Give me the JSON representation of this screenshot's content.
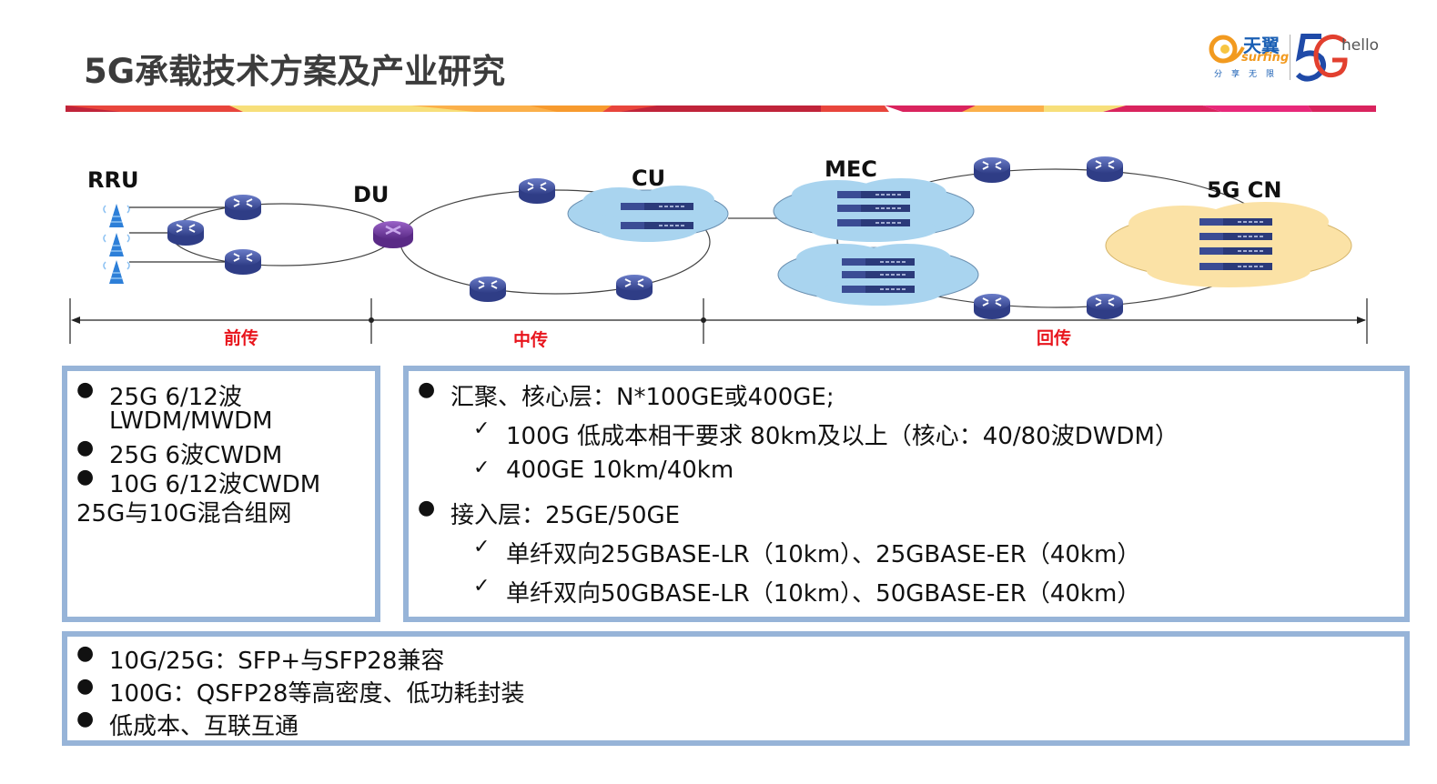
{
  "header": {
    "title": "5G承载技术方案及产业研究",
    "logo": {
      "brand_cn": "天翼",
      "brand_en": "surfing",
      "slogan": "分享无限",
      "tag": "5G",
      "tag_word": "hello"
    },
    "bar_colors": [
      "#c0243a",
      "#e8453c",
      "#f7df7a",
      "#fbb04a",
      "#f79a2e",
      "#e8453c",
      "#c0243a",
      "#e8453c",
      "#d9245e",
      "#fbb04a",
      "#f7df7a",
      "#d9245e",
      "#e8287a",
      "#d9245e"
    ]
  },
  "diagram": {
    "nodes": {
      "rru": "RRU",
      "du": "DU",
      "cu": "CU",
      "mec": "MEC",
      "core": "5G CN"
    },
    "segments": [
      "前传",
      "中传",
      "回传"
    ],
    "colors": {
      "router": "#4a5aa8",
      "du_router": "#7a3fa0",
      "blue_cloud": "#a9d4ef",
      "yellow_cloud": "#fbe2a6",
      "server": "#2b3a7a",
      "segment_label": "#e8141c",
      "antenna": "#2d7fd8"
    }
  },
  "panels": {
    "fronthaul": {
      "items": [
        {
          "type": "bullet",
          "text": "25G 6/12波"
        },
        {
          "type": "cont",
          "text": "LWDM/MWDM"
        },
        {
          "type": "bullet",
          "text": "25G 6波CWDM"
        },
        {
          "type": "bullet",
          "text": "10G 6/12波CWDM"
        },
        {
          "type": "plain",
          "text": "25G与10G混合组网"
        }
      ]
    },
    "mid_backhaul": {
      "items": [
        {
          "type": "bullet",
          "text": "汇聚、核心层：N*100GE或400GE;"
        },
        {
          "type": "check",
          "text": "100G 低成本相干要求 80km及以上（核心：40/80波DWDM）"
        },
        {
          "type": "check",
          "text": "400GE 10km/40km"
        },
        {
          "type": "bullet",
          "text": "接入层：25GE/50GE"
        },
        {
          "type": "check",
          "text": "单纤双向25GBASE-LR（10km）、25GBASE-ER（40km）"
        },
        {
          "type": "check",
          "text": "单纤双向50GBASE-LR（10km）、50GBASE-ER（40km）"
        }
      ]
    },
    "modules": {
      "items": [
        {
          "type": "bullet",
          "text": "10G/25G：SFP+与SFP28兼容"
        },
        {
          "type": "bullet",
          "text": "100G：QSFP28等高密度、低功耗封装"
        },
        {
          "type": "bullet",
          "text": "低成本、互联互通"
        }
      ]
    },
    "border_color": "#97b4d8"
  }
}
